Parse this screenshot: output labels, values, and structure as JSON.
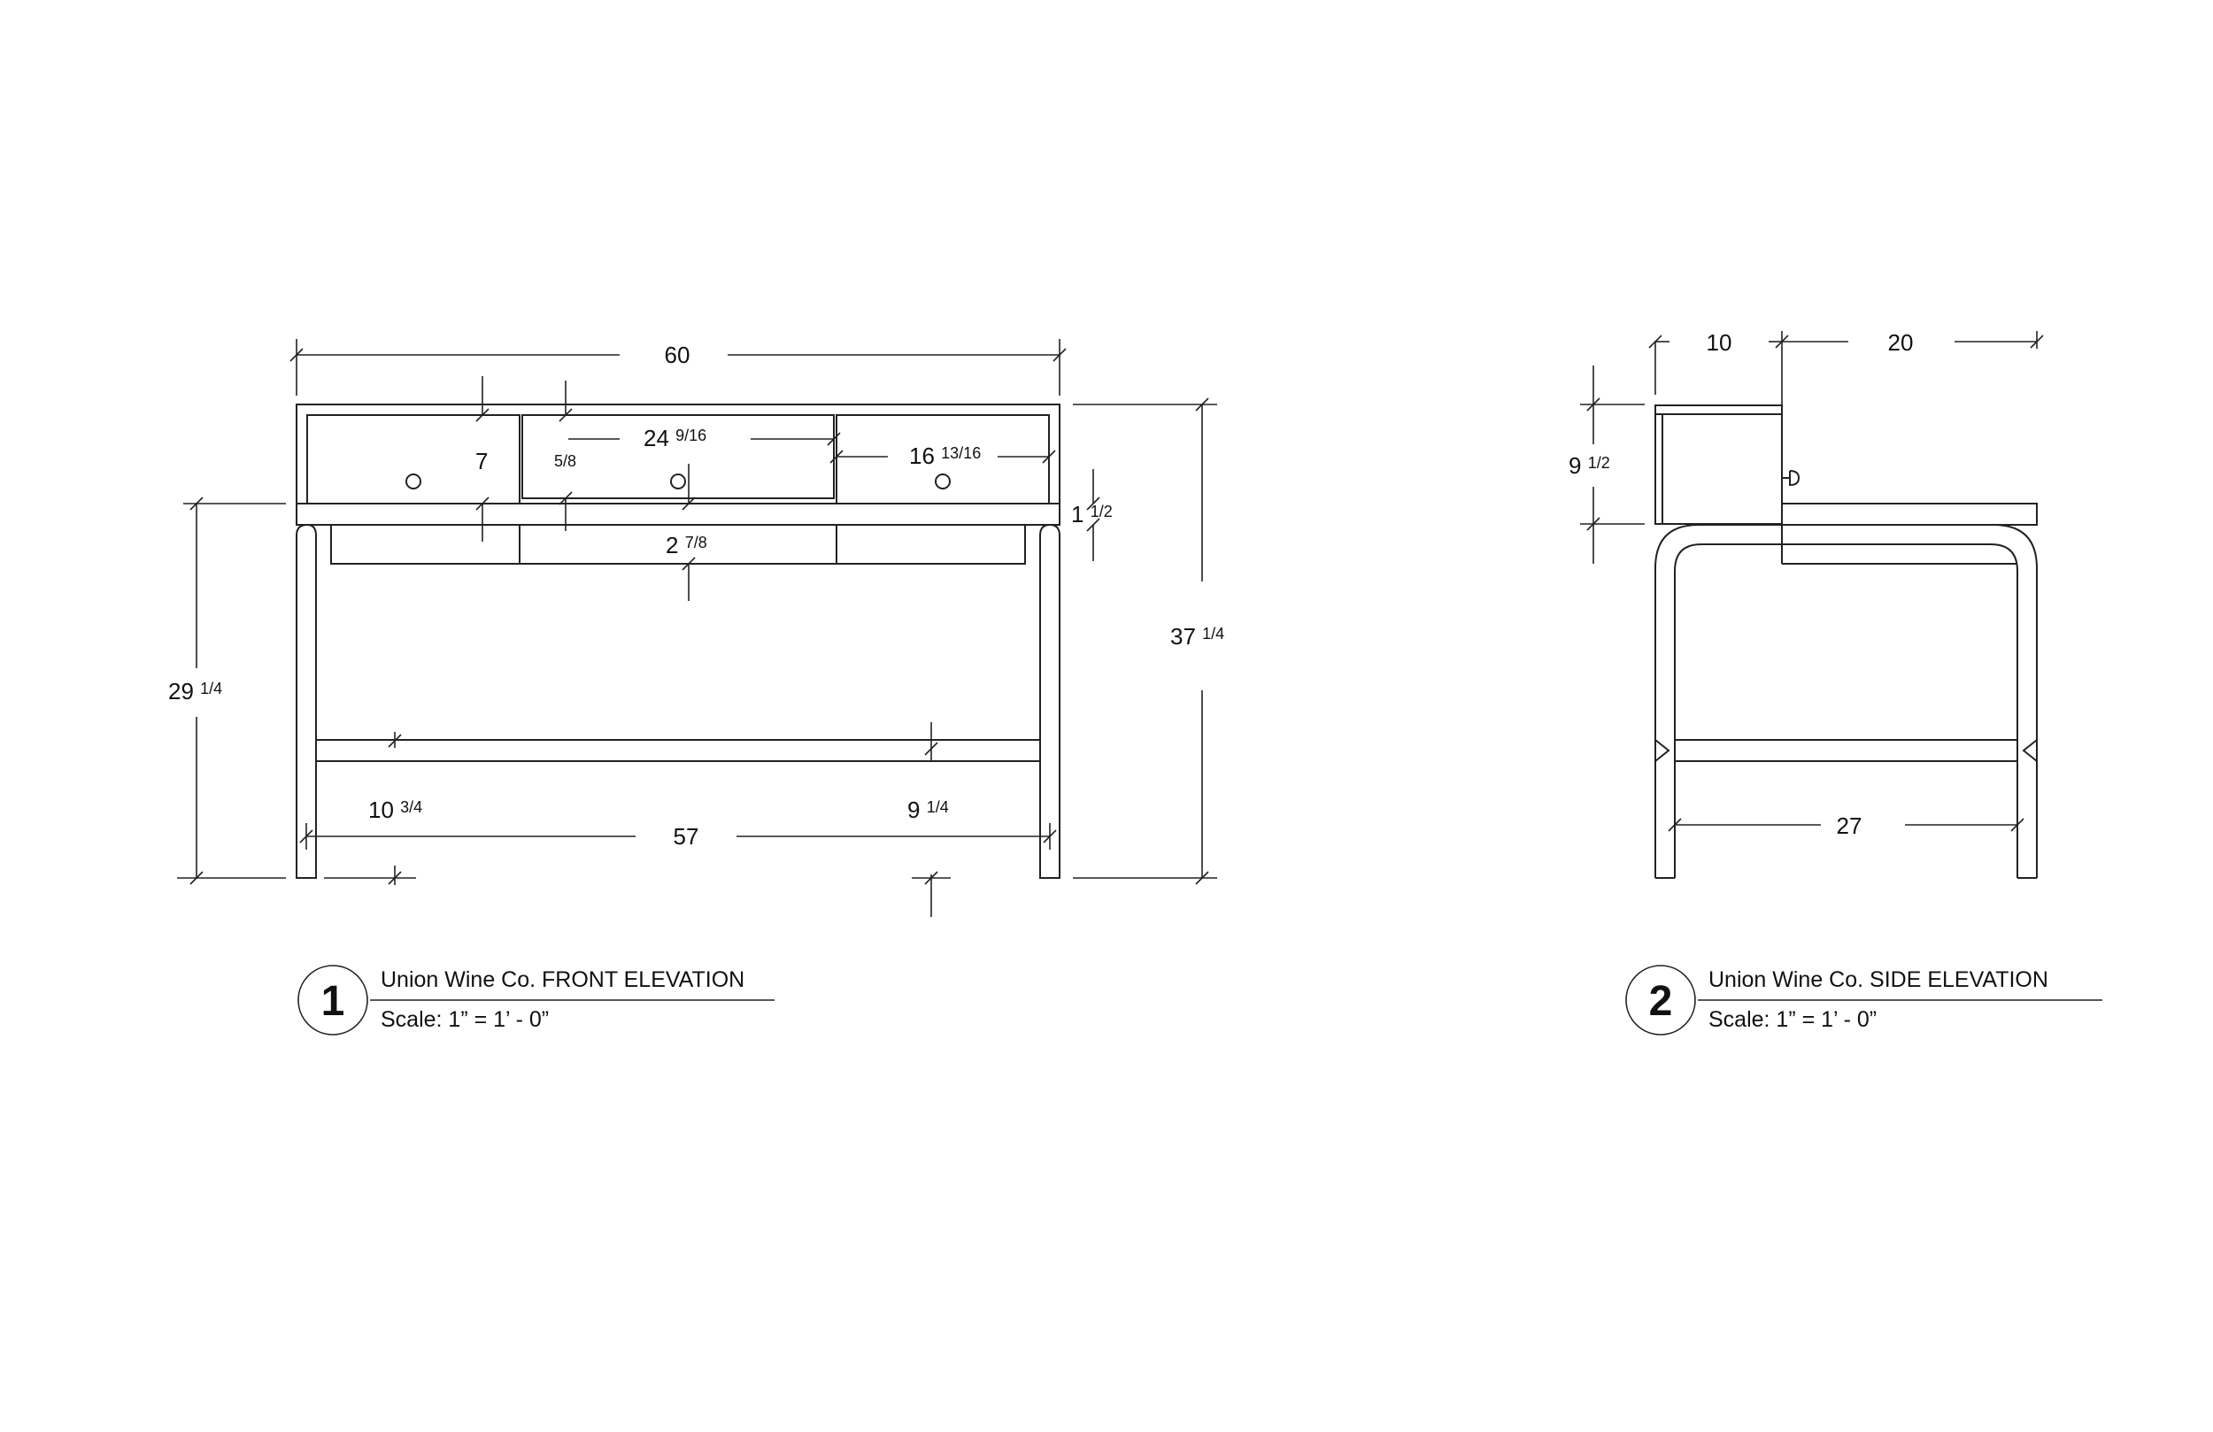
{
  "front": {
    "dimensions": {
      "overall_width": "60",
      "drawer_middle_width": "24",
      "drawer_middle_width_frac": "9/16",
      "drawer_right_width": "16",
      "drawer_right_width_frac": "13/16",
      "drawer_height": "7",
      "gap": "5/8",
      "top_thickness": "1",
      "top_thickness_frac": "1/2",
      "apron": "2",
      "apron_frac": "7/8",
      "desk_height": "29",
      "desk_height_frac": "1/4",
      "overall_height": "37",
      "overall_height_frac": "1/4",
      "stretcher_left": "10",
      "stretcher_left_frac": "3/4",
      "stretcher_right": "9",
      "stretcher_right_frac": "1/4",
      "leg_span": "57"
    },
    "caption": {
      "number": "1",
      "title": "Union Wine Co.  FRONT ELEVATION",
      "scale": "Scale: 1” = 1’ - 0”"
    }
  },
  "side": {
    "dimensions": {
      "hutch_depth": "10",
      "desk_depth": "20",
      "hutch_height": "9",
      "hutch_height_frac": "1/2",
      "leg_span": "27"
    },
    "caption": {
      "number": "2",
      "title": "Union Wine Co.  SIDE ELEVATION",
      "scale": "Scale: 1” = 1’ - 0”"
    }
  }
}
